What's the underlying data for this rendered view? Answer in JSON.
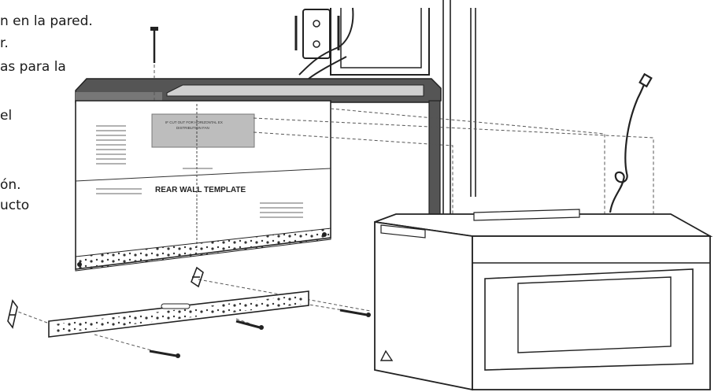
{
  "instructions": {
    "lines": [
      "n en la pared.",
      "r.",
      "as para la",
      "el",
      "ón.",
      "ucto"
    ]
  },
  "template": {
    "title": "REAR WALL TEMPLATE",
    "cutout_label_1": "IF CUT OUT FOR HORIZONTAL EX",
    "cutout_label_2": "DISTRIBUTION FAN"
  }
}
